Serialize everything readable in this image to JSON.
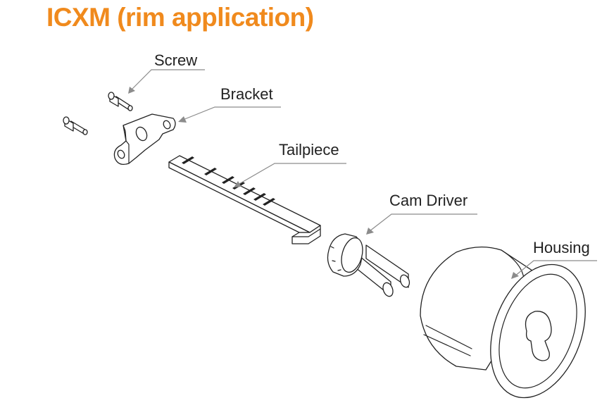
{
  "title": "ICXM (rim application)",
  "labels": {
    "screw": "Screw",
    "bracket": "Bracket",
    "tailpiece": "Tailpiece",
    "cam_driver": "Cam Driver",
    "housing": "Housing"
  },
  "colors": {
    "title": "#f08a1d",
    "leader": "#8c8c8c",
    "outline": "#222222"
  }
}
